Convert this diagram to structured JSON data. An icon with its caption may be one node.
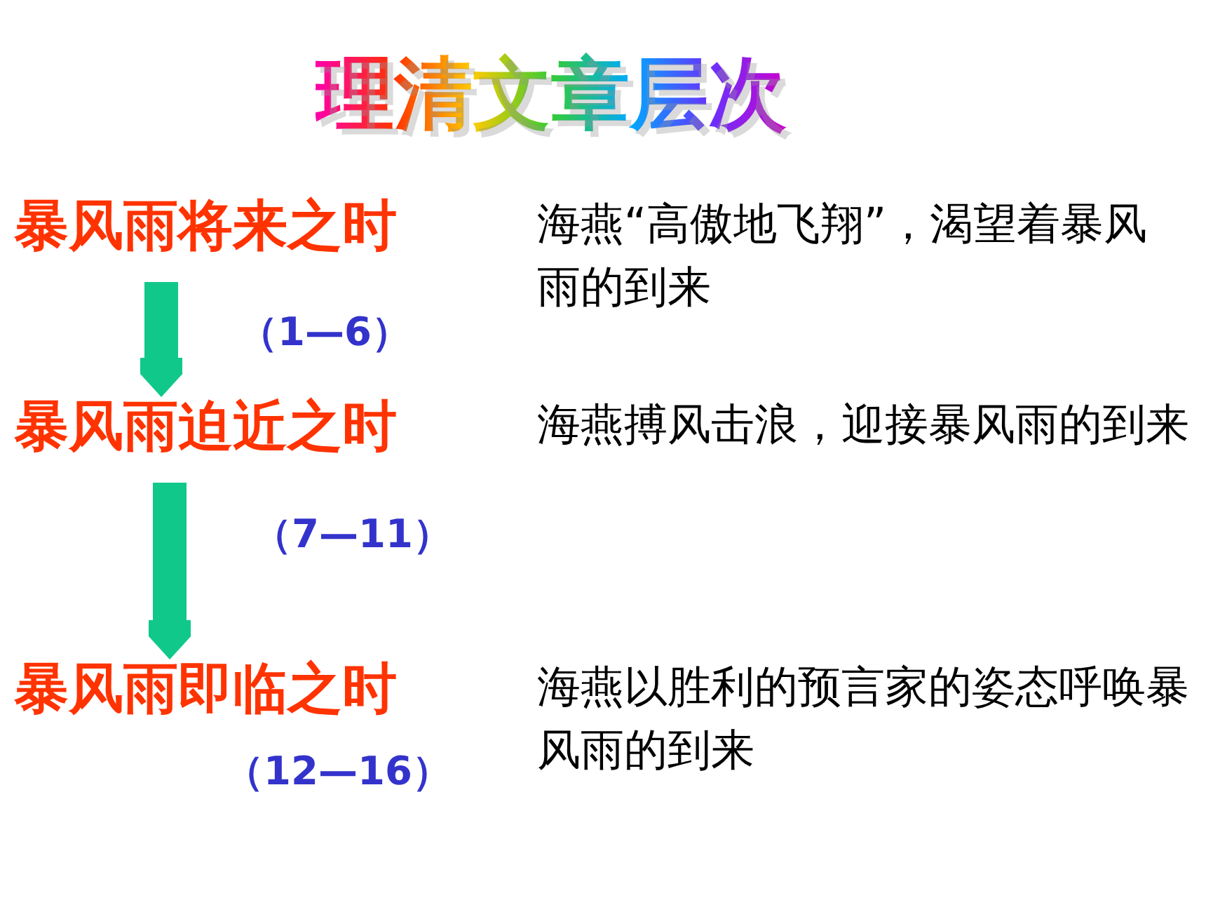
{
  "diagram": {
    "title": "理清文章层次",
    "nodes": [
      {
        "text": [
          "暴风雨将来之时"
        ],
        "beside": [
          "（1—6）",
          "海燕“高傲地飞翔”，渴望着暴风雨的到来"
        ]
      },
      {
        "text": [
          "暴风雨迫近之时"
        ],
        "beside": [
          "（7—11）",
          "海燕搏风击浪，迎接暴风雨的到来"
        ]
      },
      {
        "text": [
          "暴风雨即临之时"
        ],
        "beside": [
          "（12—16）",
          "海燕以胜利的预言家的姿态呼唤暴风雨的到来"
        ]
      }
    ],
    "edges": [
      {
        "from": 0,
        "to": 1,
        "arrow": "to"
      },
      {
        "from": 1,
        "to": 2,
        "arrow": "to"
      }
    ]
  }
}
